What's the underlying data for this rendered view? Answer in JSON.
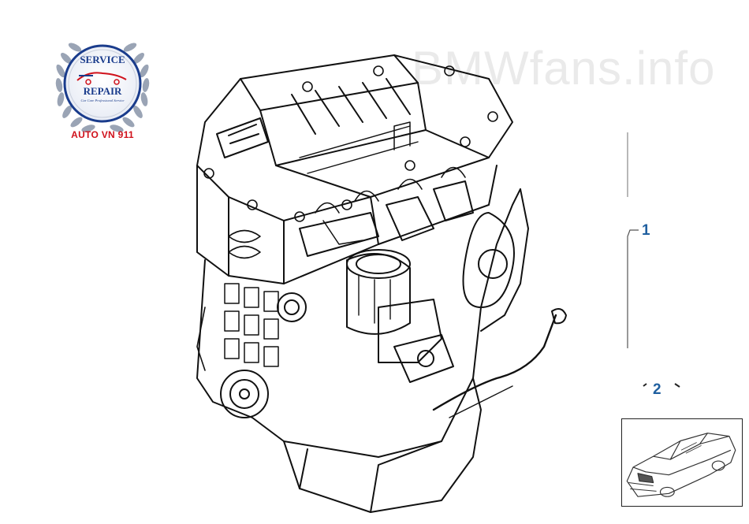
{
  "logo": {
    "line1": "SERVICE",
    "line2": "REPAIR",
    "tagline": "Car Care Professional Service",
    "caption": "AUTO VN 911",
    "brand_blue": "#1a3c8c",
    "brand_red": "#d0111b"
  },
  "watermark": "BMWfans.info",
  "callouts": {
    "item1": "1",
    "item2": "2",
    "color": "#1f5f9f"
  },
  "icons": {
    "engine": "engine-assembly-icon",
    "car": "car-outline-icon",
    "logo_emblem": "laurel-wreath-icon"
  }
}
